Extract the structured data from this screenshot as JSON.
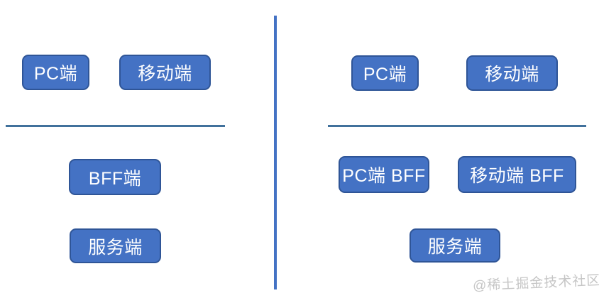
{
  "colors": {
    "box_fill": "#4472C4",
    "box_border": "#2F5597",
    "box_text": "#FFFFFF",
    "separator_line": "#41719C",
    "vertical_divider": "#4472C4",
    "watermark_text": "#C6C6C6",
    "background": "#FFFFFF"
  },
  "diagram": {
    "left_panel": {
      "client_nodes": [
        {
          "label": "PC端"
        },
        {
          "label": "移动端"
        }
      ],
      "bff_nodes": [
        {
          "label": "BFF端"
        }
      ],
      "server_nodes": [
        {
          "label": "服务端"
        }
      ]
    },
    "right_panel": {
      "client_nodes": [
        {
          "label": "PC端"
        },
        {
          "label": "移动端"
        }
      ],
      "bff_nodes": [
        {
          "label": "PC端 BFF"
        },
        {
          "label": "移动端 BFF"
        }
      ],
      "server_nodes": [
        {
          "label": "服务端"
        }
      ]
    }
  },
  "watermark": {
    "text": "@稀土掘金技术社区"
  }
}
